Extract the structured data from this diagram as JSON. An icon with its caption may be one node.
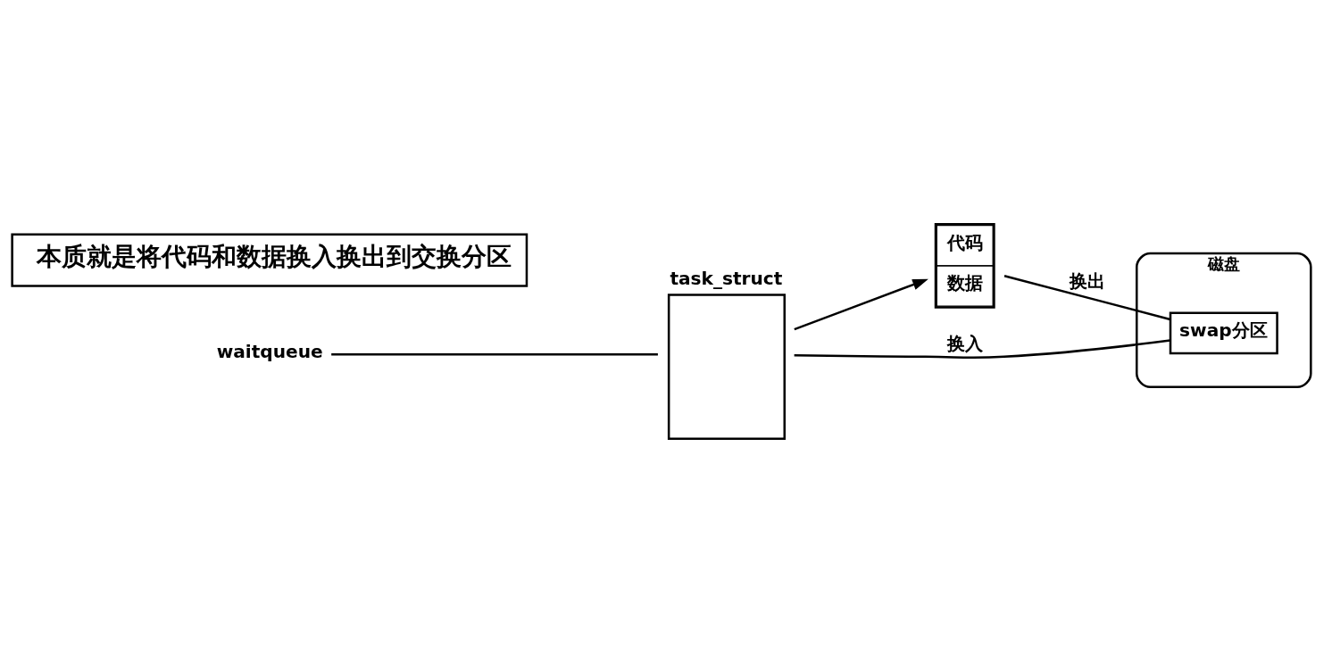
{
  "diagram": {
    "nodes": [
      {
        "text": [
          "task_struct"
        ]
      },
      {
        "text": [
          "代码",
          "数据"
        ]
      },
      {
        "text": [
          "磁盘"
        ]
      },
      {
        "text": [
          "swap分区"
        ],
        "in": 2
      },
      {
        "text": [
          "waitqueue"
        ]
      },
      {
        "text": [
          "本质就是将代码和数据换入换出到交换分区"
        ]
      }
    ],
    "edges": [
      {
        "from": 0,
        "to": 3,
        "arrow": "none",
        "label": "换入"
      },
      {
        "from": 1,
        "to": 3,
        "arrow": "none",
        "label": "换出"
      },
      {
        "from": 0,
        "to": 1,
        "arrow": "to"
      },
      {
        "from": 4,
        "to": 0,
        "arrow": "none"
      }
    ]
  }
}
